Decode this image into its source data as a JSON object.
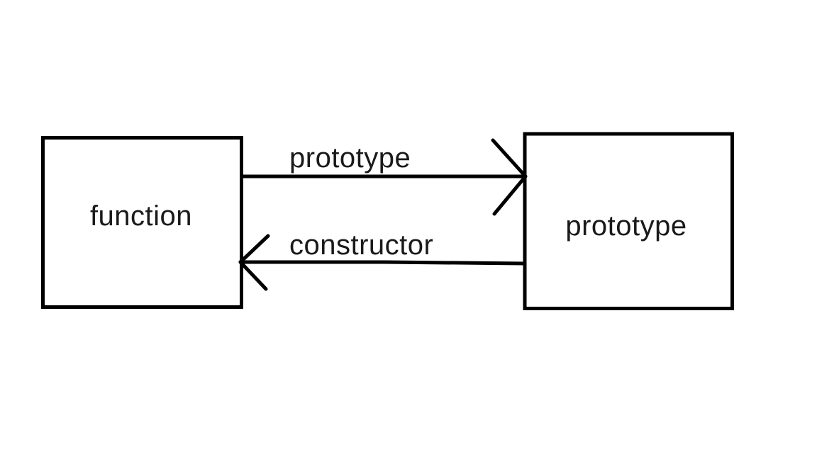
{
  "canvas": {
    "background": "#ffffff",
    "stroke_color": "#000000"
  },
  "boxes": [
    {
      "label": "function"
    },
    {
      "label": "prototype"
    }
  ],
  "arrows": [
    {
      "label": "prototype",
      "direction": "left-to-right"
    },
    {
      "label": "constructor",
      "direction": "right-to-left"
    }
  ]
}
